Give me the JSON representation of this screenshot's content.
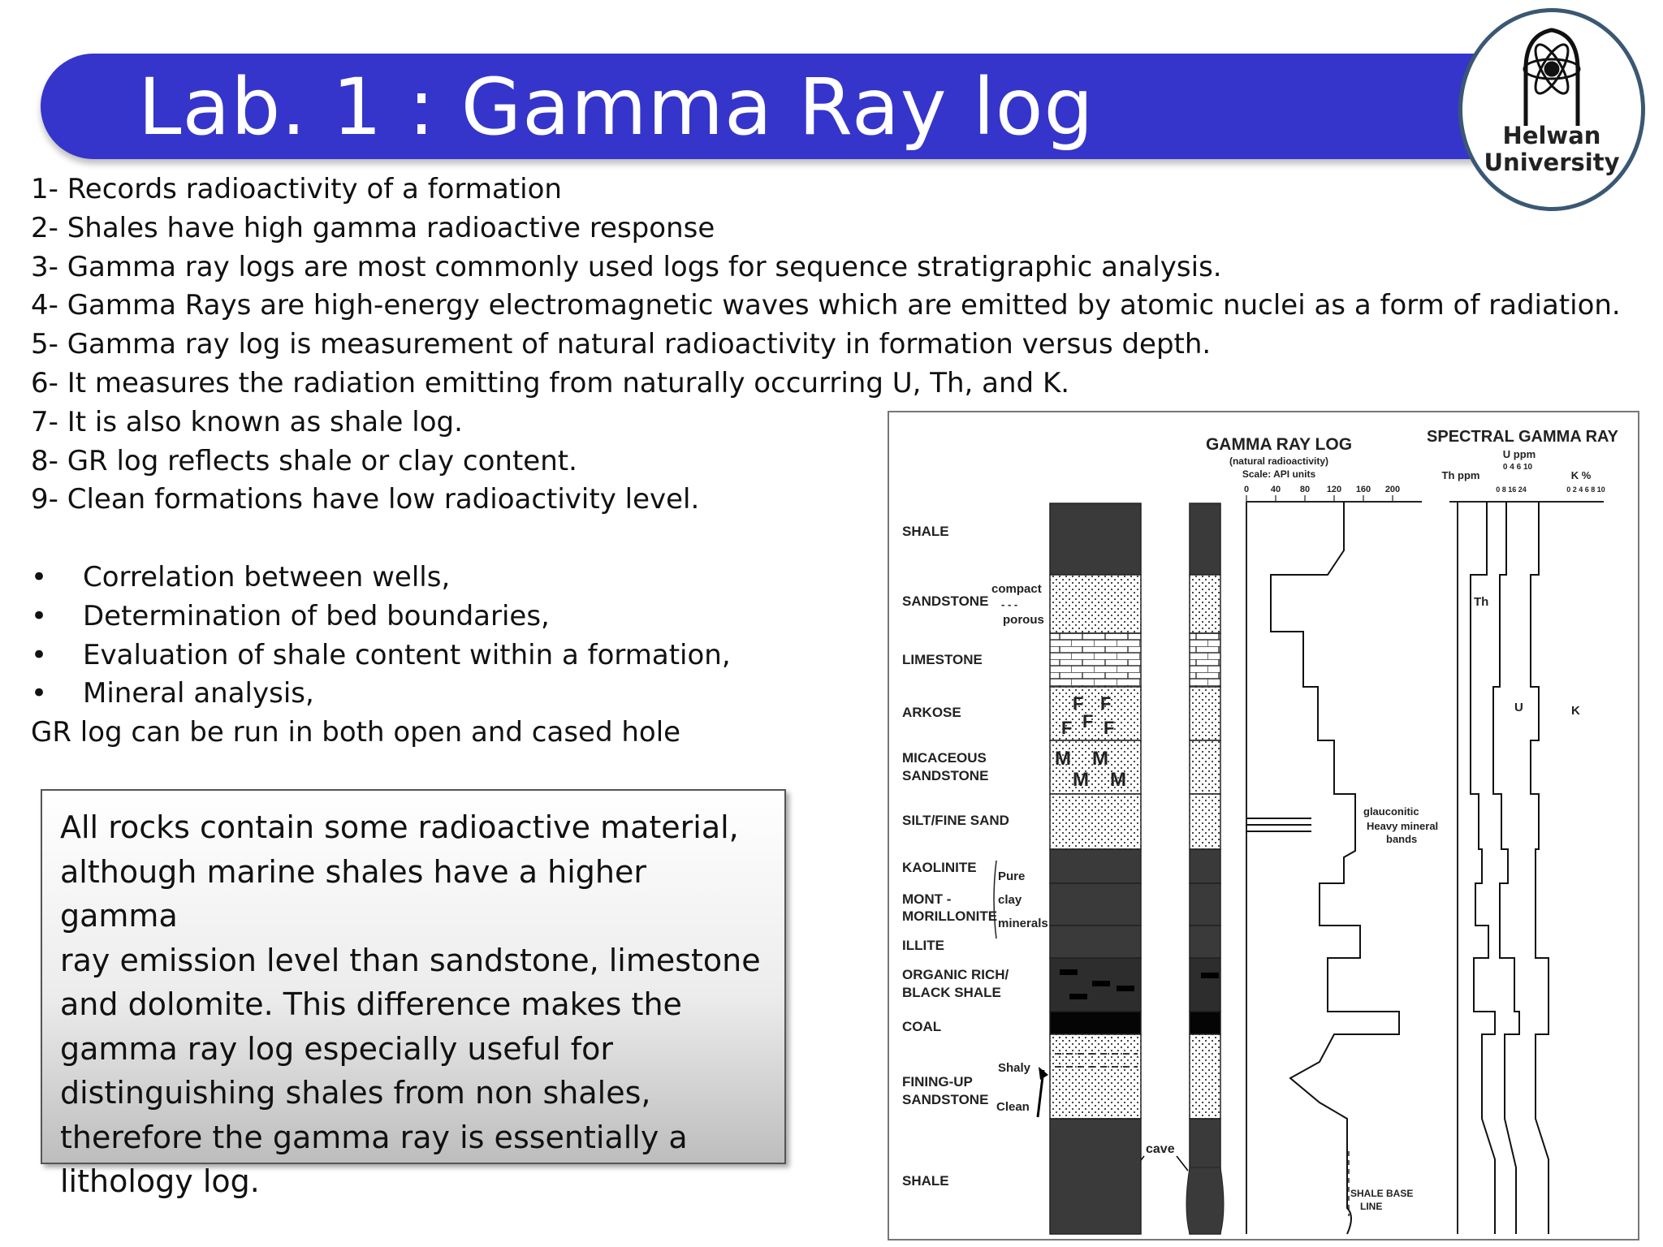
{
  "slide": {
    "title": "Lab. 1 : Gamma Ray log",
    "logo_text": [
      "Helwan",
      "University"
    ],
    "points": [
      "1- Records radioactivity of a formation",
      "2- Shales have high gamma radioactive response",
      "3- Gamma ray logs are most commonly used logs for sequence stratigraphic analysis.",
      "4- Gamma Rays are  high-energy electromagnetic waves which are emitted by atomic nuclei as a form of radiation.",
      "5- Gamma ray log is measurement of natural radioactivity in formation versus depth.",
      "6- It measures the radiation emitting from naturally occurring U, Th, and K.",
      "7- It is also known as shale log.",
      "8- GR log reflects shale or clay content.",
      "9- Clean formations have low radioactivity level."
    ],
    "bullets": [
      "Correlation between wells,",
      "Determination of bed boundaries,",
      "Evaluation of shale content within a formation,",
      "Mineral analysis,"
    ],
    "bullet_char": "•",
    "note": "GR log can be run in both open and cased hole",
    "callout": [
      "All rocks contain some radioactive material,",
      "although marine shales have a higher gamma",
      "ray emission level than sandstone, limestone",
      "and dolomite. This difference makes the",
      "gamma ray log especially useful for",
      "distinguishing shales from non shales,",
      "therefore the gamma ray is essentially a",
      "lithology log."
    ]
  },
  "figure": {
    "gr_title": "GAMMA RAY LOG",
    "gr_sub1": "(natural radioactivity)",
    "gr_sub2": "Scale: API units",
    "gr_ticks": [
      "0",
      "40",
      "80",
      "120",
      "160",
      "200"
    ],
    "sgr_title": "SPECTRAL GAMMA RAY",
    "u_label": "U ppm",
    "u_ticks": "0  4 6 10",
    "th_label": "Th ppm",
    "th_ticks": "0  8  16 24",
    "k_label": "K %",
    "k_ticks": "0  2  4  6  8 10",
    "lithologies": [
      [
        "SHALE"
      ],
      [
        "SANDSTONE"
      ],
      [
        "LIMESTONE"
      ],
      [
        "ARKOSE"
      ],
      [
        "MICACEOUS",
        "SANDSTONE"
      ],
      [
        "SILT/FINE SAND"
      ],
      [
        "KAOLINITE"
      ],
      [
        "MONT -",
        "MORILLONITE"
      ],
      [
        "ILLITE"
      ],
      [
        "ORGANIC RICH/",
        "BLACK SHALE"
      ],
      [
        "COAL"
      ],
      [
        "FINING-UP",
        "SANDSTONE"
      ],
      [
        "SHALE"
      ]
    ],
    "annotations": {
      "compact": "compact",
      "porous": "porous",
      "pure_clay": [
        "Pure",
        "clay",
        "minerals"
      ],
      "shaly": "Shaly",
      "clean": "Clean",
      "cave": "cave",
      "glauconitic": "glauconitic",
      "heavy": [
        "Heavy mineral",
        "bands"
      ],
      "shale_base": [
        "SHALE BASE",
        "LINE"
      ],
      "th": "Th",
      "u": "U",
      "k": "K"
    }
  },
  "colors": {
    "title_bar": "#3535cc",
    "logo_border": "#3a5873",
    "shale_fill": "#3a3a3a"
  }
}
